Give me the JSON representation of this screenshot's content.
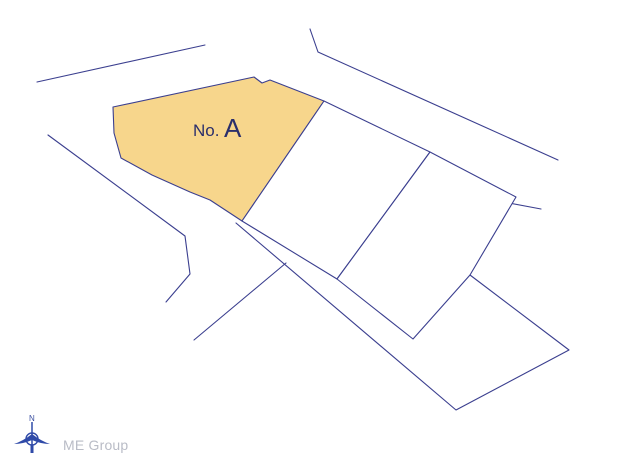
{
  "map": {
    "lot_a": {
      "prefix": "No.",
      "letter": "A",
      "highlight_color": "#f7d68c"
    },
    "compass": {
      "north_label": "N"
    },
    "brand": {
      "text": "ME Group"
    },
    "line_color": "#3b3f8f"
  }
}
